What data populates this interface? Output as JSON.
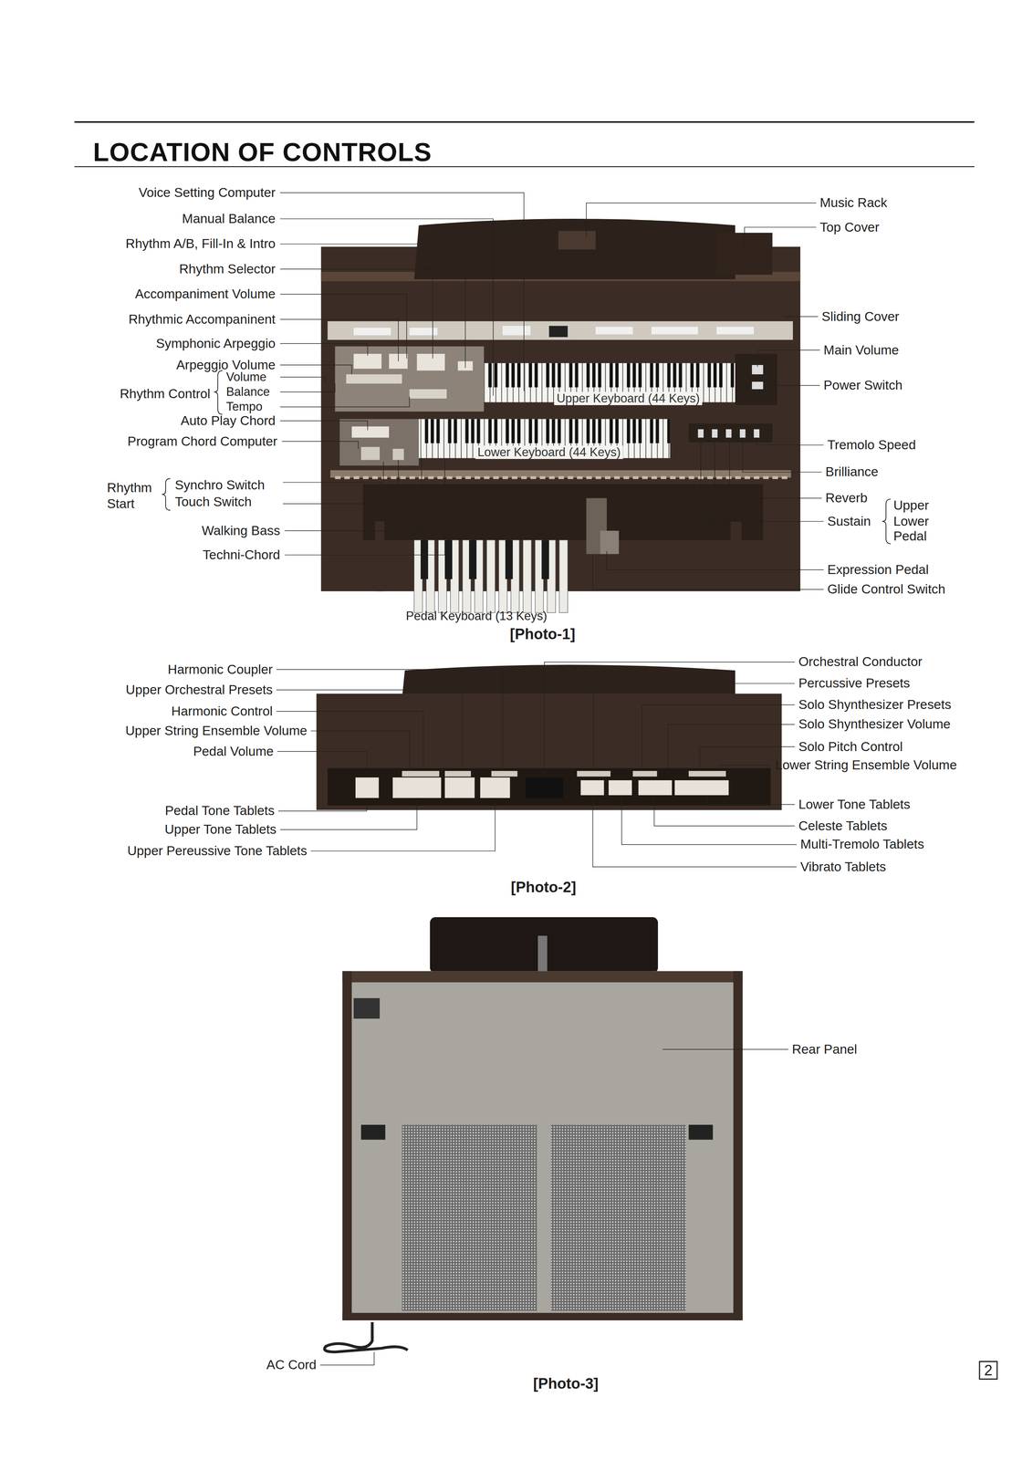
{
  "diagram": {
    "title": "LOCATION OF CONTROLS",
    "labels": [
      "Voice Setting Computer",
      "Manual Balance",
      "Rhythm A/B, Fill-In & Intro",
      "Rhythm Selector",
      "Accompaniment Volume",
      "Rhythmic Accompaninent",
      "Symphonic Arpeggio",
      "Arpeggio Volume",
      "Rhythm Control",
      "Volume",
      "Balance",
      "Tempo",
      "Auto Play Chord",
      "Program Chord Computer",
      "Rhythm",
      "Start",
      "Synchro Switch",
      "Touch Switch",
      "Walking Bass",
      "Techni-Chord",
      "Music Rack",
      "Top Cover",
      "Sliding Cover",
      "Main Volume",
      "Power Switch",
      "Upper Keyboard (44 Keys)",
      "Lower Keyboard (44 Keys)",
      "Tremolo Speed",
      "Brilliance",
      "Reverb",
      "Sustain",
      "Upper",
      "Lower",
      "Pedal",
      "Expression Pedal",
      "Glide Control Switch",
      "Pedal Keyboard (13 Keys)",
      "[Photo-1]",
      "Harmonic Coupler",
      "Upper Orchestral Presets",
      "Harmonic Control",
      "Upper String Ensemble Volume",
      "Pedal Volume",
      "Pedal Tone Tablets",
      "Upper Tone Tablets",
      "Upper Pereussive Tone Tablets",
      "Orchestral Conductor",
      "Percussive Presets",
      "Solo Shynthesizer Presets",
      "Solo Shynthesizer Volume",
      "Solo Pitch Control",
      "Lower String Ensemble Volume",
      "Lower Tone Tablets",
      "Celeste Tablets",
      "Multi-Tremolo Tablets",
      "Vibrato Tablets",
      "[Photo-2]",
      "Rear Panel",
      "AC Cord",
      "[Photo-3]",
      "2"
    ]
  }
}
